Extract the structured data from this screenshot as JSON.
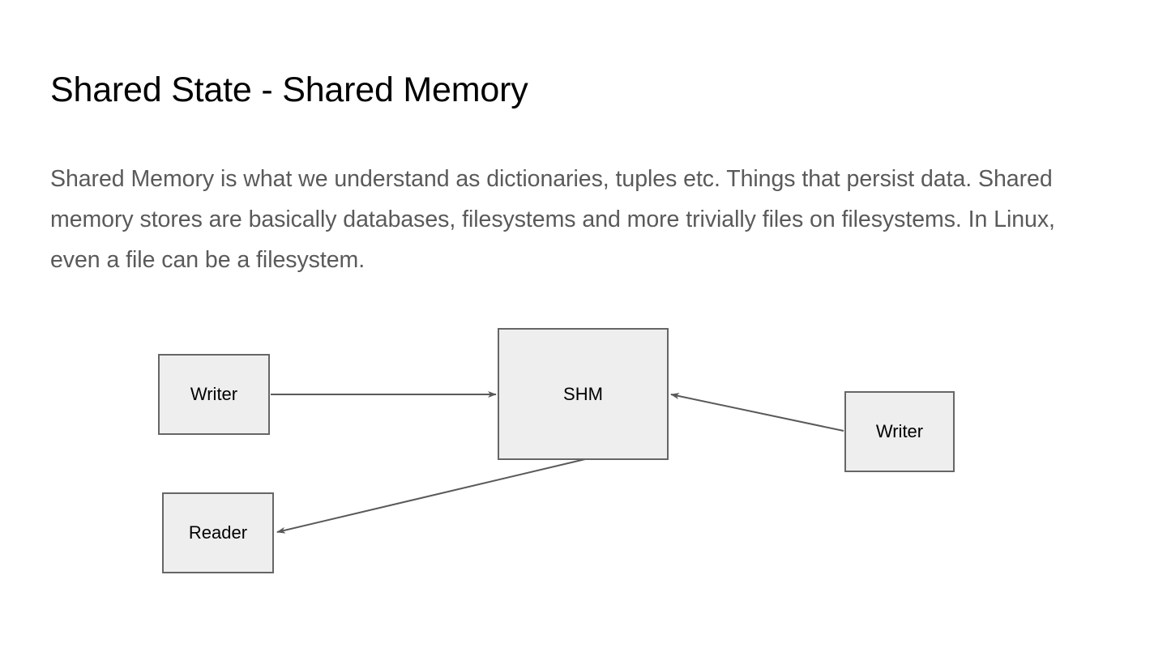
{
  "slide": {
    "title": "Shared State - Shared Memory",
    "body": "Shared Memory is what we understand as dictionaries, tuples etc. Things that persist data. Shared memory stores are basically databases, filesystems and more trivially files on filesystems. In Linux, even a file can be a filesystem.",
    "background_color": "#FFFFFF",
    "title_color": "#000000",
    "body_color": "#5A5A5A"
  },
  "diagram": {
    "node_fill_color": "#EEEEEE",
    "node_border_color": "#666666",
    "node_label_color": "#000000",
    "edge_color": "#595959",
    "nodes": [
      {
        "id": "writer-left",
        "label": "Writer"
      },
      {
        "id": "shm",
        "label": "SHM"
      },
      {
        "id": "writer-right",
        "label": "Writer"
      },
      {
        "id": "reader",
        "label": "Reader"
      }
    ],
    "edges": [
      {
        "from": "writer-left",
        "to": "shm"
      },
      {
        "from": "writer-right",
        "to": "shm"
      },
      {
        "from": "shm",
        "to": "reader"
      }
    ]
  }
}
